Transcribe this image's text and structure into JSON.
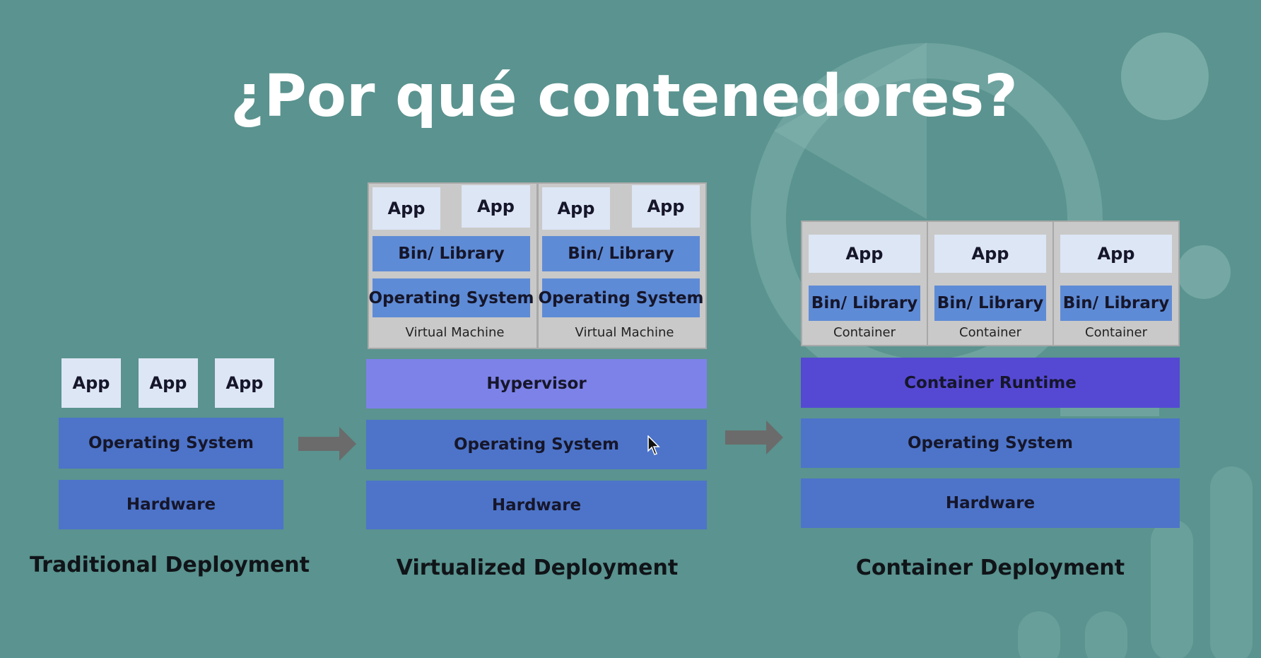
{
  "title": "¿Por qué contenedores?",
  "traditional": {
    "apps": [
      "App",
      "App",
      "App"
    ],
    "os": "Operating System",
    "hardware": "Hardware",
    "label": "Traditional Deployment"
  },
  "virtualized": {
    "vms": [
      {
        "apps": [
          "App",
          "App"
        ],
        "lib": "Bin/ Library",
        "os": "Operating System",
        "caption": "Virtual Machine"
      },
      {
        "apps": [
          "App",
          "App"
        ],
        "lib": "Bin/ Library",
        "os": "Operating System",
        "caption": "Virtual Machine"
      }
    ],
    "hypervisor": "Hypervisor",
    "os": "Operating System",
    "hardware": "Hardware",
    "label": "Virtualized Deployment"
  },
  "container": {
    "containers": [
      {
        "app": "App",
        "lib": "Bin/ Library",
        "caption": "Container"
      },
      {
        "app": "App",
        "lib": "Bin/ Library",
        "caption": "Container"
      },
      {
        "app": "App",
        "lib": "Bin/ Library",
        "caption": "Container"
      }
    ],
    "runtime": "Container Runtime",
    "os": "Operating System",
    "hardware": "Hardware",
    "label": "Container Deployment"
  },
  "colors": {
    "background": "#5a938f",
    "app": "#dde6f5",
    "os_hardware": "#4d74c9",
    "library": "#5e8bd6",
    "hypervisor": "#7d82e8",
    "runtime": "#5549d4",
    "vm_container": "#c9c9c9",
    "arrow": "#6b6b6b"
  }
}
